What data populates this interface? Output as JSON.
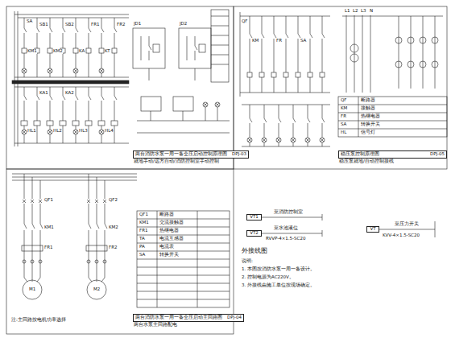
{
  "diagram": {
    "nodes": [
      {
        "text": [
          "两台消防水泵一用一备全压启动控制原理图",
          "DPJ-03"
        ]
      },
      {
        "text": [
          "稳压泵控制原理图",
          "DPJ-05"
        ]
      },
      {
        "text": [
          "两台消防水泵一用一备全压启动主回路图",
          "DPJ-04"
        ]
      },
      {
        "text": [
          "VT1"
        ]
      },
      {
        "text": [
          "VT2"
        ]
      },
      {
        "text": [
          "VT"
        ]
      }
    ],
    "labels": [
      "就地手动/远方自动/消防控制室手动控制",
      "稳压泵就地/自动控制接线",
      "两台水泵主回路配电",
      "SA",
      "SB1",
      "SB2",
      "FR1",
      "FR2",
      "KM1",
      "KM2",
      "KA",
      "KT",
      "KA1",
      "KA2",
      "HL1",
      "HL2",
      "HL3",
      "HL4",
      "JD1",
      "JD2",
      "QF",
      "KM",
      "FR",
      "SA",
      "L1",
      "L2",
      "L3",
      "N",
      "QF",
      "断路器",
      "KM",
      "接触器",
      "FR",
      "热继电器",
      "SA",
      "转换开关",
      "HL",
      "信号灯",
      "M1",
      "M2",
      "QF1",
      "QF2",
      "KM1",
      "KM2",
      "FR1",
      "FR2",
      "QF1",
      "断路器",
      "KM1",
      "交流接触器",
      "FR1",
      "热继电器",
      "TA",
      "电流互感器",
      "PA",
      "电流表",
      "SA",
      "转换开关",
      "注:主回路按电机功率选择",
      "外接线图",
      "至消防控制室",
      "至水池液位",
      "RVVP-4×1.5-SC20",
      "至压力开关",
      "KVV-4×1.5-SC20",
      "说明:",
      "1. 本图按消防水泵一用一备设计。",
      "2. 控制电源为AC220V。",
      "3. 外接线由施工单位按现场确定。"
    ]
  }
}
